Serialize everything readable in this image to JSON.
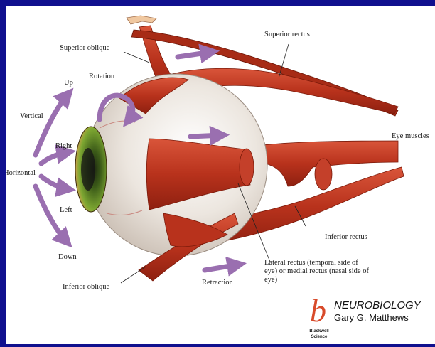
{
  "labels": {
    "superior_oblique": "Superior oblique",
    "superior_rectus": "Superior rectus",
    "rotation": "Rotation",
    "up": "Up",
    "vertical": "Vertical",
    "right": "Right",
    "horizontal": "Horizontal",
    "left": "Left",
    "down": "Down",
    "eye_muscles": "Eye muscles",
    "inferior_rectus": "Inferior rectus",
    "lateral_rectus": "Lateral rectus (temporal side of eye) or medial rectus (nasal side of eye)",
    "retraction": "Retraction",
    "inferior_oblique": "Inferior oblique"
  },
  "branding": {
    "logo_letter": "b",
    "book_title": "NEUROBIOLOGY",
    "author": "Gary G. Matthews",
    "publisher": "Blackwell Science"
  },
  "colors": {
    "slide_border": "#10108e",
    "muscle": "#b8321c",
    "arrow": "#9a6fb0",
    "iris": "#6a9a2a"
  }
}
